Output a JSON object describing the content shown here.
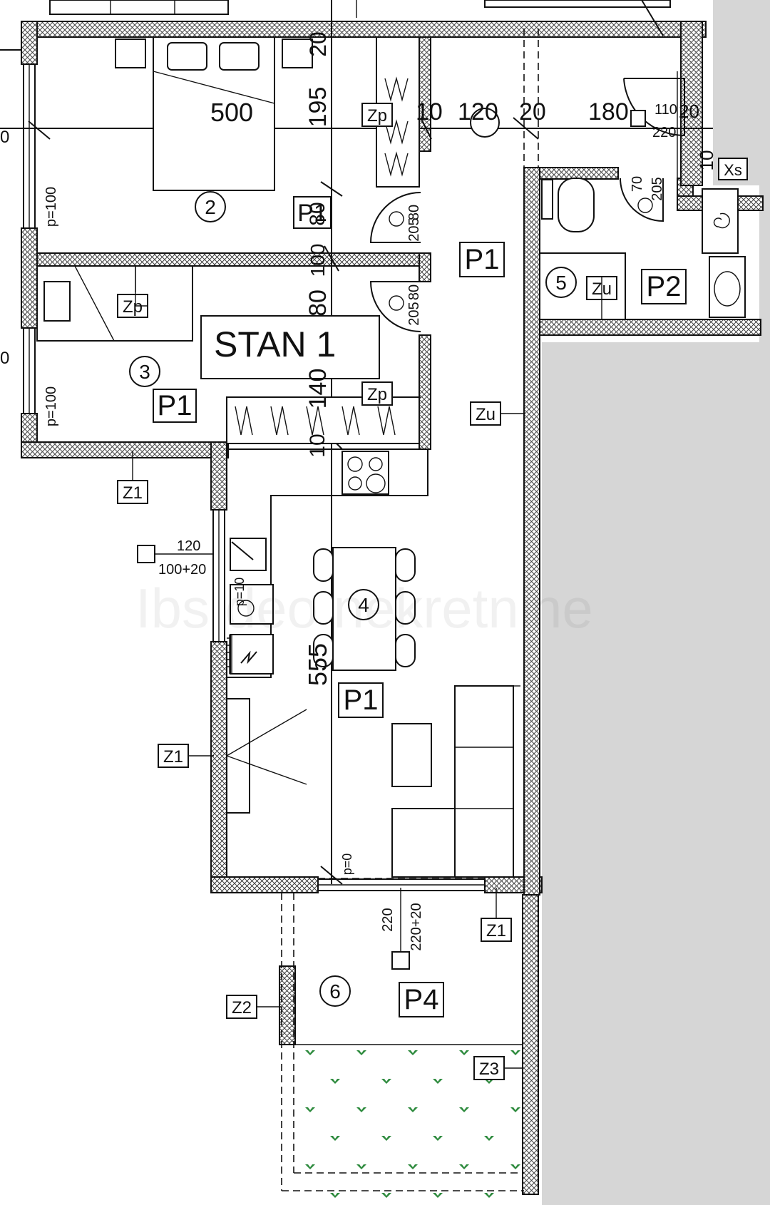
{
  "plan": {
    "unit_name": "STAN 1",
    "watermark": "Ibs  deo nekretnine",
    "rooms": [
      {
        "number": "2",
        "floor": "P1"
      },
      {
        "number": "3",
        "floor": "P1"
      },
      {
        "number": "4",
        "floor": "P1"
      },
      {
        "number": "5",
        "floor": "P2"
      },
      {
        "number": "6",
        "floor": "P4"
      }
    ],
    "hall_floor": "P1",
    "wall_tags": {
      "z1": "Z1",
      "z2": "Z2",
      "z3": "Z3",
      "zu": "Zu",
      "zp": "Zp",
      "xs": "Xs"
    },
    "dimensions": {
      "d500": "500",
      "d195": "195",
      "d10a": "10",
      "d120": "120",
      "d20": "20",
      "d180": "180",
      "d110": "110",
      "d220s": "220",
      "d20b": "20",
      "d80a": "80",
      "d100": "100",
      "d80b": "80",
      "d140": "140",
      "d10b": "10",
      "d555": "555",
      "door80": "80",
      "door205": "205",
      "door70": "70",
      "win_p100": "p=100",
      "win_p10": "p=10",
      "win_p0": "p=0",
      "win120": "120",
      "win100_20": "100+20",
      "win220": "220",
      "win220_20": "220+20",
      "edge0": "0"
    }
  },
  "colors": {
    "line": "#111111",
    "neighbor": "#d6d6d6",
    "plants": "#2e8b3e"
  }
}
